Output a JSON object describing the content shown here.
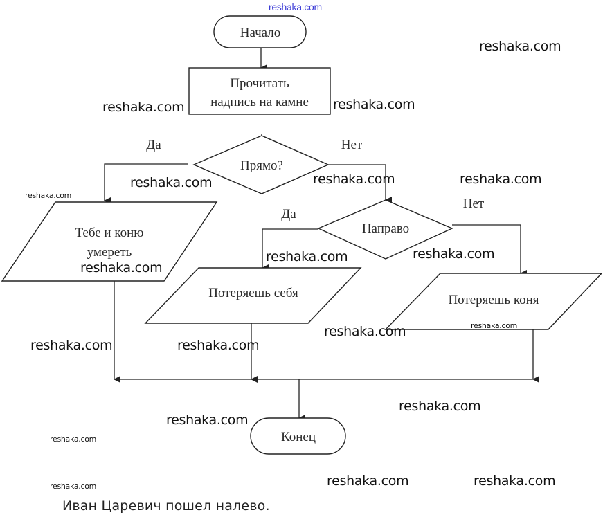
{
  "flowchart": {
    "start": "Начало",
    "read_step": [
      "Прочитать",
      "надпись на камне"
    ],
    "decision_1": "Прямо?",
    "decision_1_yes": "Да",
    "decision_1_no": "Нет",
    "output_1": [
      "Тебе и коню",
      "умереть"
    ],
    "decision_2": "Направо",
    "decision_2_yes": "Да",
    "decision_2_no": "Нет",
    "output_2": "Потеряешь себя",
    "output_3": "Потеряешь коня",
    "end": "Конец"
  },
  "answer": "Иван Царевич пошел налево.",
  "watermarks": {
    "top_link": "reshaka.com",
    "text": "reshaka.com"
  },
  "colors": {
    "stroke": "#222222",
    "watermark_link": "#3b3bd6"
  }
}
